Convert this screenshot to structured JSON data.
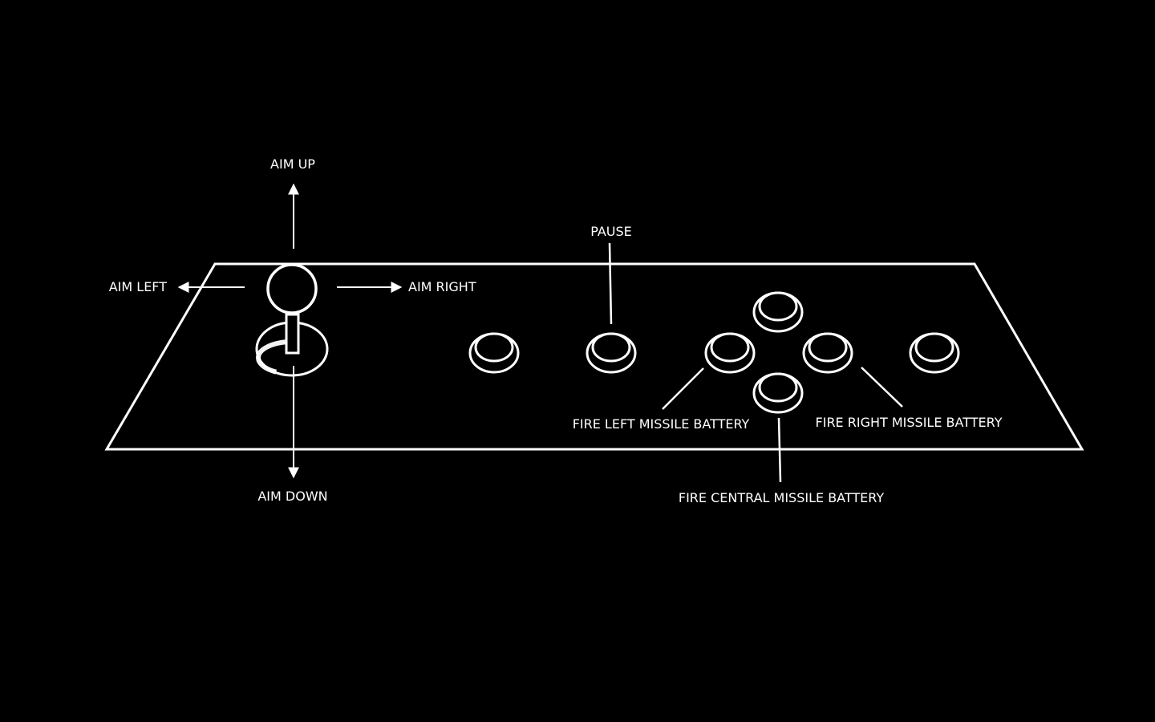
{
  "colors": {
    "background": "#000000",
    "lines": "#ffffff"
  },
  "labels": {
    "aim_up": "AIM UP",
    "aim_down": "AIM DOWN",
    "aim_left": "AIM LEFT",
    "aim_right": "AIM RIGHT",
    "pause": "PAUSE",
    "fire_left": "FIRE LEFT MISSILE BATTERY",
    "fire_right": "FIRE RIGHT MISSILE BATTERY",
    "fire_central": "FIRE CENTRAL MISSILE BATTERY"
  },
  "icons": {
    "joystick": "joystick-icon",
    "button": "arcade-button-icon"
  }
}
